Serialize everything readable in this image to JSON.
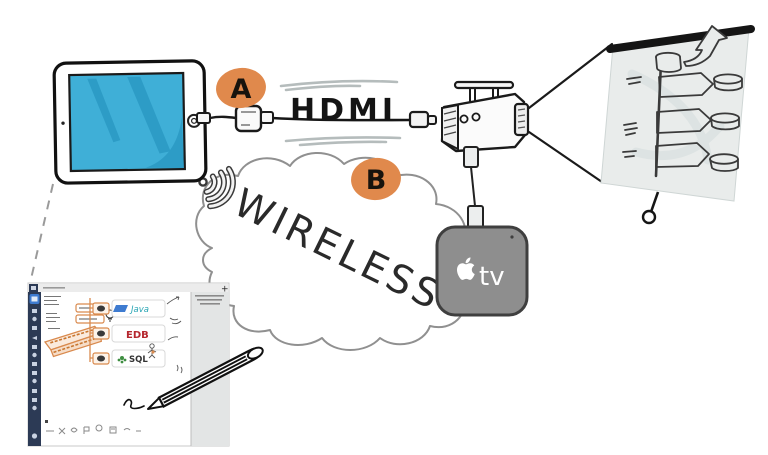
{
  "diagram": {
    "option_a": {
      "badge": "A",
      "connection_label": "HDMI"
    },
    "option_b": {
      "badge": "B",
      "connection_label": "WIRELESS"
    },
    "apple_tv": {
      "logo_text": "tv",
      "logo_icon": "apple-logo"
    }
  },
  "app_window": {
    "add_button": "+",
    "cards": [
      {
        "label": "Java"
      },
      {
        "label": "EDB"
      },
      {
        "label": "SQL"
      }
    ]
  },
  "colors": {
    "badge_orange": "#E0894C",
    "tablet_screen_blue": "#3FAFD7",
    "tablet_streak_blue": "#2D9CC6",
    "apple_tv_gray": "#8E8E8E",
    "toolbar_navy": "#2C3A55",
    "java_teal": "#2AA6B5",
    "edb_red": "#B5272E",
    "sql_green": "#3E8E41",
    "ink": "#1A1A1A",
    "screen_gray": "#E9ECEB"
  }
}
